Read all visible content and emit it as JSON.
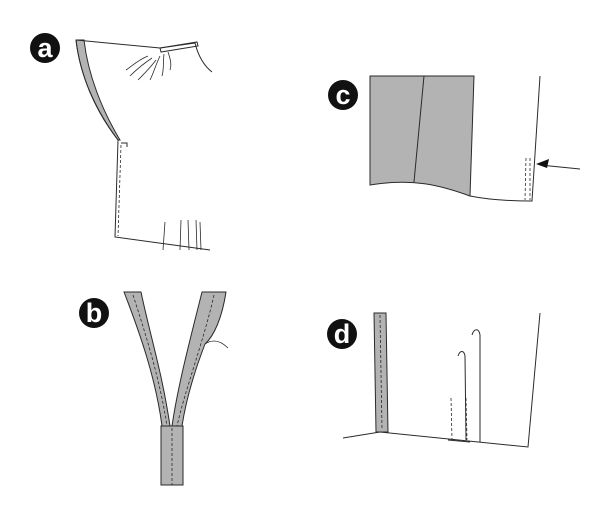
{
  "panels": [
    {
      "id": "a",
      "label": "a"
    },
    {
      "id": "b",
      "label": "b"
    },
    {
      "id": "c",
      "label": "c"
    },
    {
      "id": "d",
      "label": "d"
    }
  ],
  "colors": {
    "line": "#2a2a2a",
    "fill": "#b3b3b3",
    "badge": "#111111",
    "badge_text": "#ffffff",
    "background": "#ffffff"
  }
}
